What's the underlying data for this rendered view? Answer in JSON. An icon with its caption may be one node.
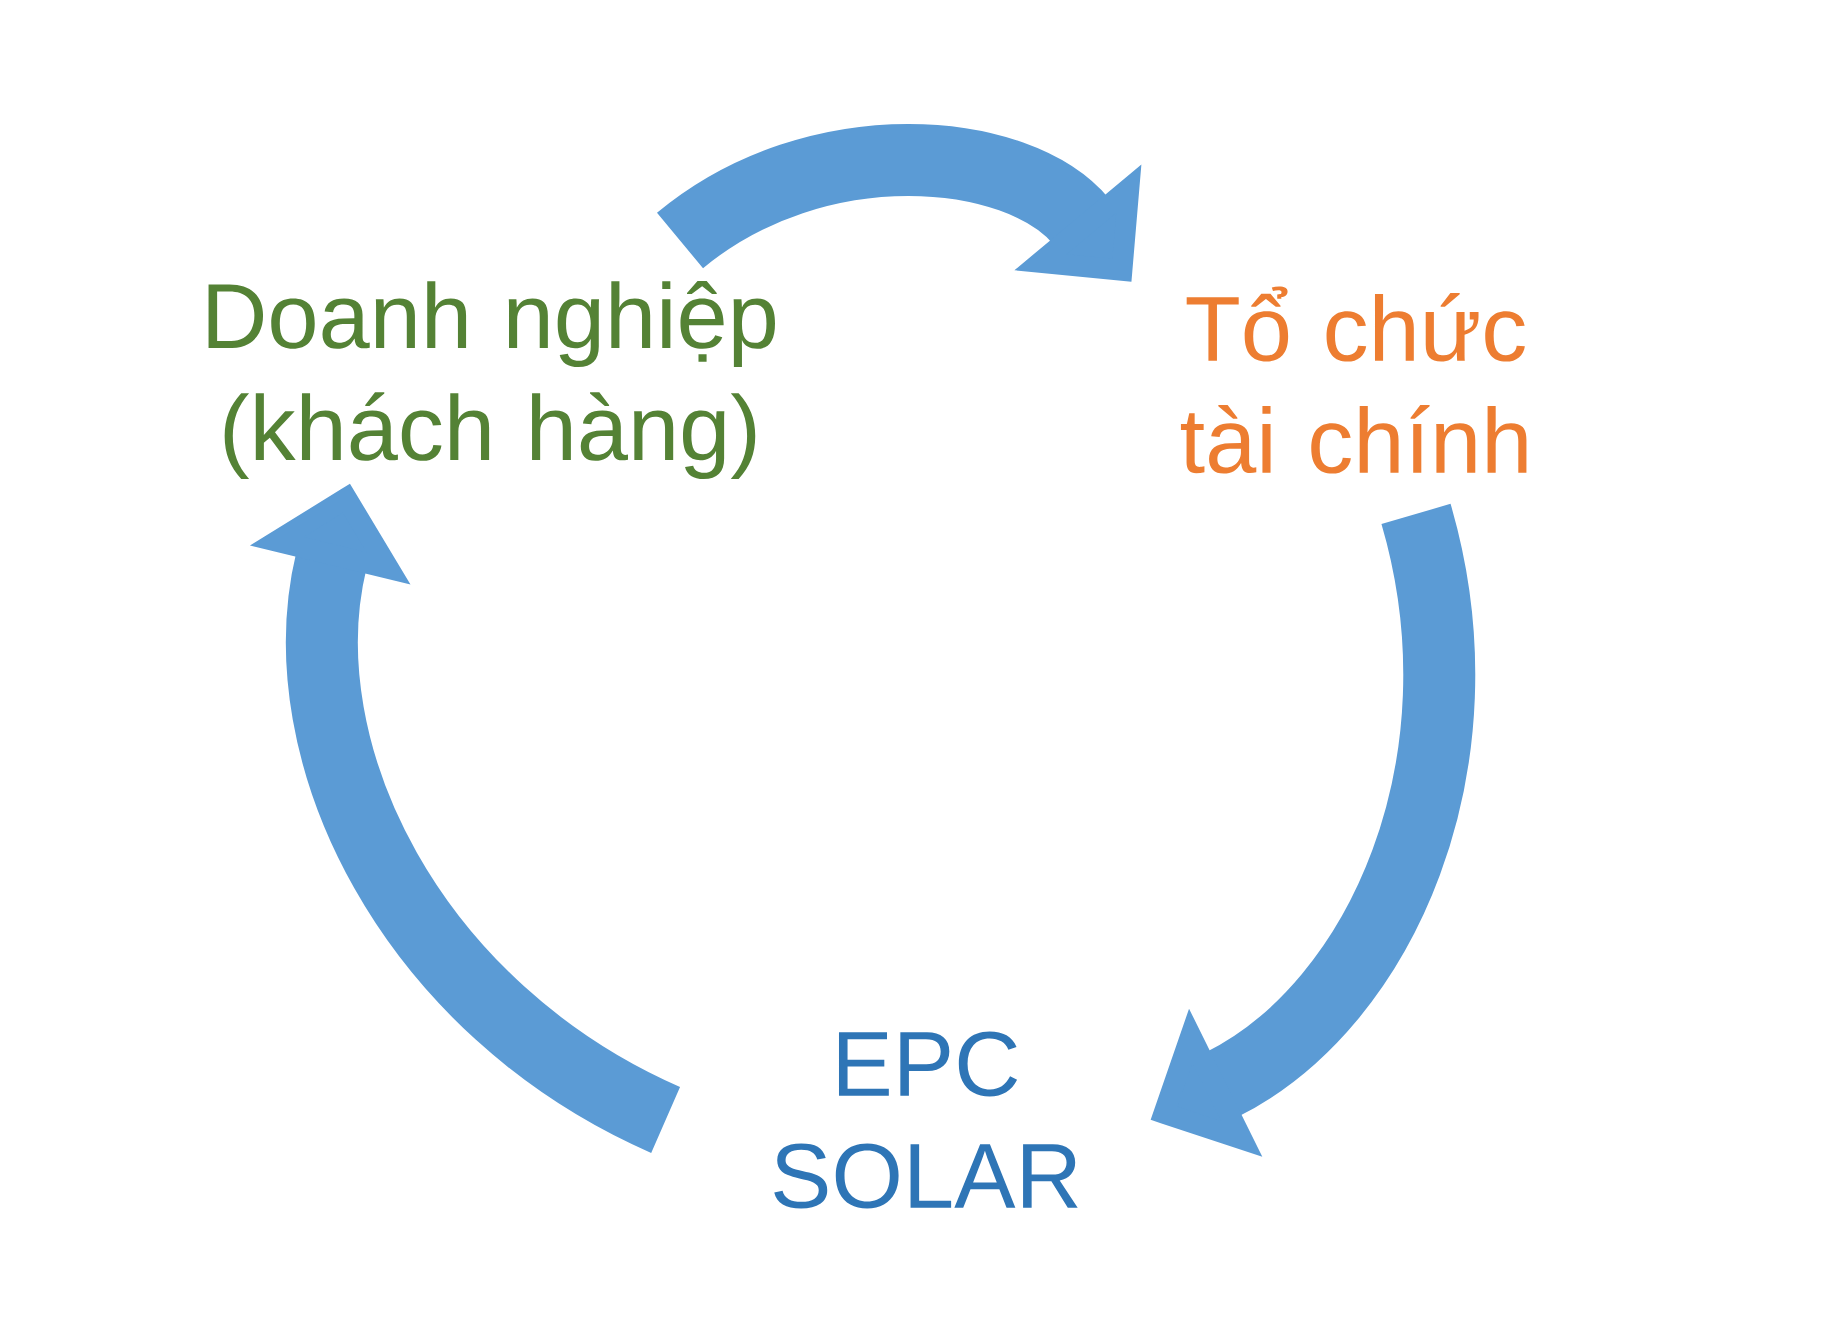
{
  "diagram": {
    "nodes": [
      {
        "text": [
          "Doanh nghiệp (khách hàng)"
        ]
      },
      {
        "text": [
          "Tổ chức tài chính"
        ]
      },
      {
        "text": [
          "EPC SOLAR"
        ]
      }
    ],
    "edges": [
      {
        "from": 0,
        "to": 1,
        "arrow": "to"
      },
      {
        "from": 1,
        "to": 2,
        "arrow": "to"
      },
      {
        "from": 2,
        "to": 0,
        "arrow": "to"
      }
    ]
  }
}
